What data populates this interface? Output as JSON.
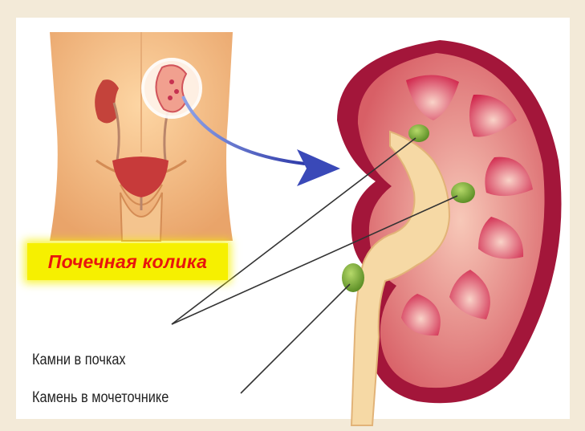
{
  "banner": {
    "label": "Почечная колика"
  },
  "captions": {
    "kidney_stones": "Камни в почках",
    "ureter_stone": "Камень в мочеточнике"
  },
  "colors": {
    "background": "#f3ead8",
    "banner_bg": "#f6f000",
    "banner_text": "#e8150d",
    "stone": "#7bb238",
    "arrow": "#3a49b8"
  }
}
